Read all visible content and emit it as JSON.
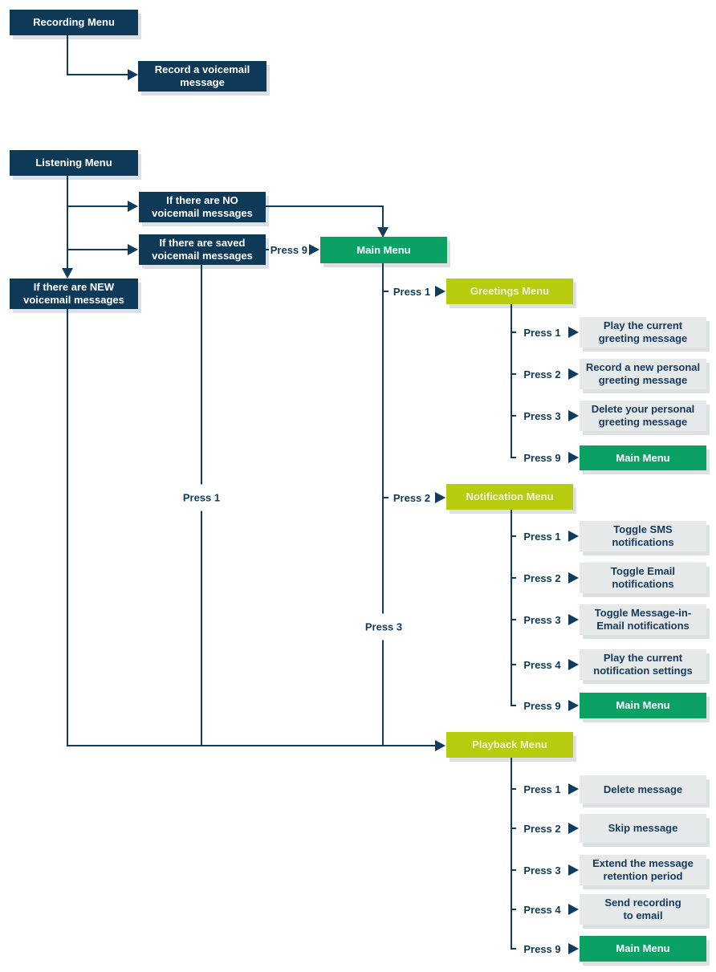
{
  "colors": {
    "navy": "#0e3a58",
    "green": "#0ba164",
    "lime": "#b7cc0f",
    "box_gray": "#e6e9ea",
    "line": "#123c5d",
    "page_background": "#ffffff"
  },
  "recording_flow": {
    "title": "Recording Menu",
    "record_node": "Record a voicemail message"
  },
  "listening_flow": {
    "title": "Listening Menu",
    "no_messages_node": "If there are NO voicemail messages",
    "saved_messages_node": "If there are saved voicemail messages",
    "new_messages_node": "If there are NEW voicemail messages",
    "saved_to_main_label": "Press 9",
    "saved_to_playback_label": "Press 1"
  },
  "main_menu": {
    "title": "Main Menu",
    "to_greetings_label": "Press 1",
    "to_notification_label": "Press 2",
    "to_playback_label": "Press 3"
  },
  "greetings_menu": {
    "title": "Greetings Menu",
    "items": [
      {
        "press": "Press 1",
        "action": "Play the current greeting message"
      },
      {
        "press": "Press 2",
        "action": "Record a new personal greeting message"
      },
      {
        "press": "Press 3",
        "action": "Delete your personal greeting message"
      },
      {
        "press": "Press 9",
        "action": "Main Menu"
      }
    ]
  },
  "notification_menu": {
    "title": "Notification Menu",
    "items": [
      {
        "press": "Press 1",
        "action": "Toggle SMS notifications"
      },
      {
        "press": "Press 2",
        "action": "Toggle Email notifications"
      },
      {
        "press": "Press 3",
        "action": "Toggle Message-in-Email notifications"
      },
      {
        "press": "Press 4",
        "action": "Play the current notification settings"
      },
      {
        "press": "Press 9",
        "action": "Main Menu"
      }
    ]
  },
  "playback_menu": {
    "title": "Playback Menu",
    "items": [
      {
        "press": "Press 1",
        "action": "Delete message"
      },
      {
        "press": "Press 2",
        "action": "Skip message"
      },
      {
        "press": "Press 3",
        "action": "Extend the message retention period"
      },
      {
        "press": "Press 4",
        "action": "Send recording to email"
      },
      {
        "press": "Press 9",
        "action": "Main Menu"
      }
    ]
  }
}
